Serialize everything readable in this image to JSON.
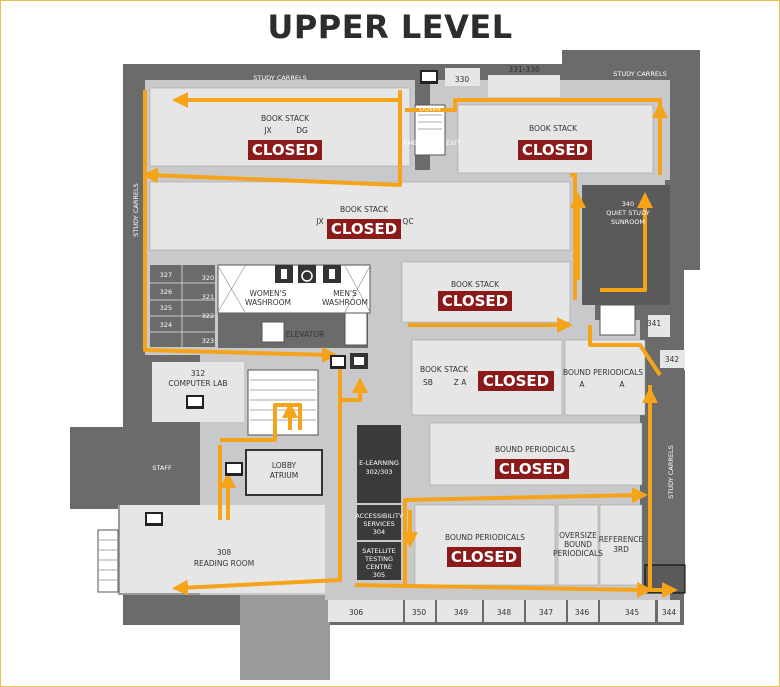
{
  "title": "UPPER LEVEL",
  "colors": {
    "wall": "#6b6b6b",
    "room": "#e6e6e7",
    "corridor": "#c9c9cb",
    "path": "#f5a319",
    "closed": "#8b1a1a"
  },
  "icons": [
    "computer-icon",
    "wheelchair-icon",
    "women-icon",
    "men-icon",
    "elevator-icon",
    "stairs-icon",
    "door-icon"
  ],
  "labels": {
    "study_carrels": "STUDY CARRELS",
    "book_stack": "BOOK STACK",
    "jx": "JX",
    "dg": "DG",
    "qc": "QC",
    "sb": "SB",
    "za": "Z A",
    "closed": "CLOSED",
    "room_330": "330",
    "room_331_336": "331-336",
    "down": "DOWN",
    "emergency_exit": "EMERGENCY EXIT",
    "quiet_study_1": "340",
    "quiet_study_2": "QUIET STUDY",
    "quiet_study_3": "SUNROOM",
    "womens_1": "WOMEN'S",
    "womens_2": "WASHROOM",
    "mens_1": "MEN'S",
    "mens_2": "WASHROOM",
    "elevator": "ELEVATOR",
    "r327": "327",
    "r326": "326",
    "r325": "325",
    "r324": "324",
    "r320": "320",
    "r321": "321",
    "r322": "322",
    "r323": "323",
    "r341": "341",
    "r342": "342",
    "computer_lab_1": "312",
    "computer_lab_2": "COMPUTER LAB",
    "staff": "STAFF",
    "lobby_1": "LOBBY",
    "lobby_2": "ATRIUM",
    "reading_1": "308",
    "reading_2": "READING ROOM",
    "bound_periodicals": "BOUND PERIODICALS",
    "ba_a": "A",
    "ba_b": "A",
    "elearning_1": "E-LEARNING",
    "elearning_2": "302/303",
    "access_1": "ACCESSIBILITY",
    "access_2": "SERVICES",
    "access_3": "304",
    "sat_1": "SATELLITE",
    "sat_2": "TESTING",
    "sat_3": "CENTRE",
    "sat_4": "305",
    "oversize_1": "OVERSIZE",
    "oversize_2": "BOUND",
    "oversize_3": "PERIODICALS",
    "reference_1": "REFERENCE",
    "reference_2": "3RD",
    "r306": "306",
    "r350": "350",
    "r349": "349",
    "r348": "348",
    "r347": "347",
    "r346": "346",
    "r345": "345",
    "r344": "344"
  }
}
